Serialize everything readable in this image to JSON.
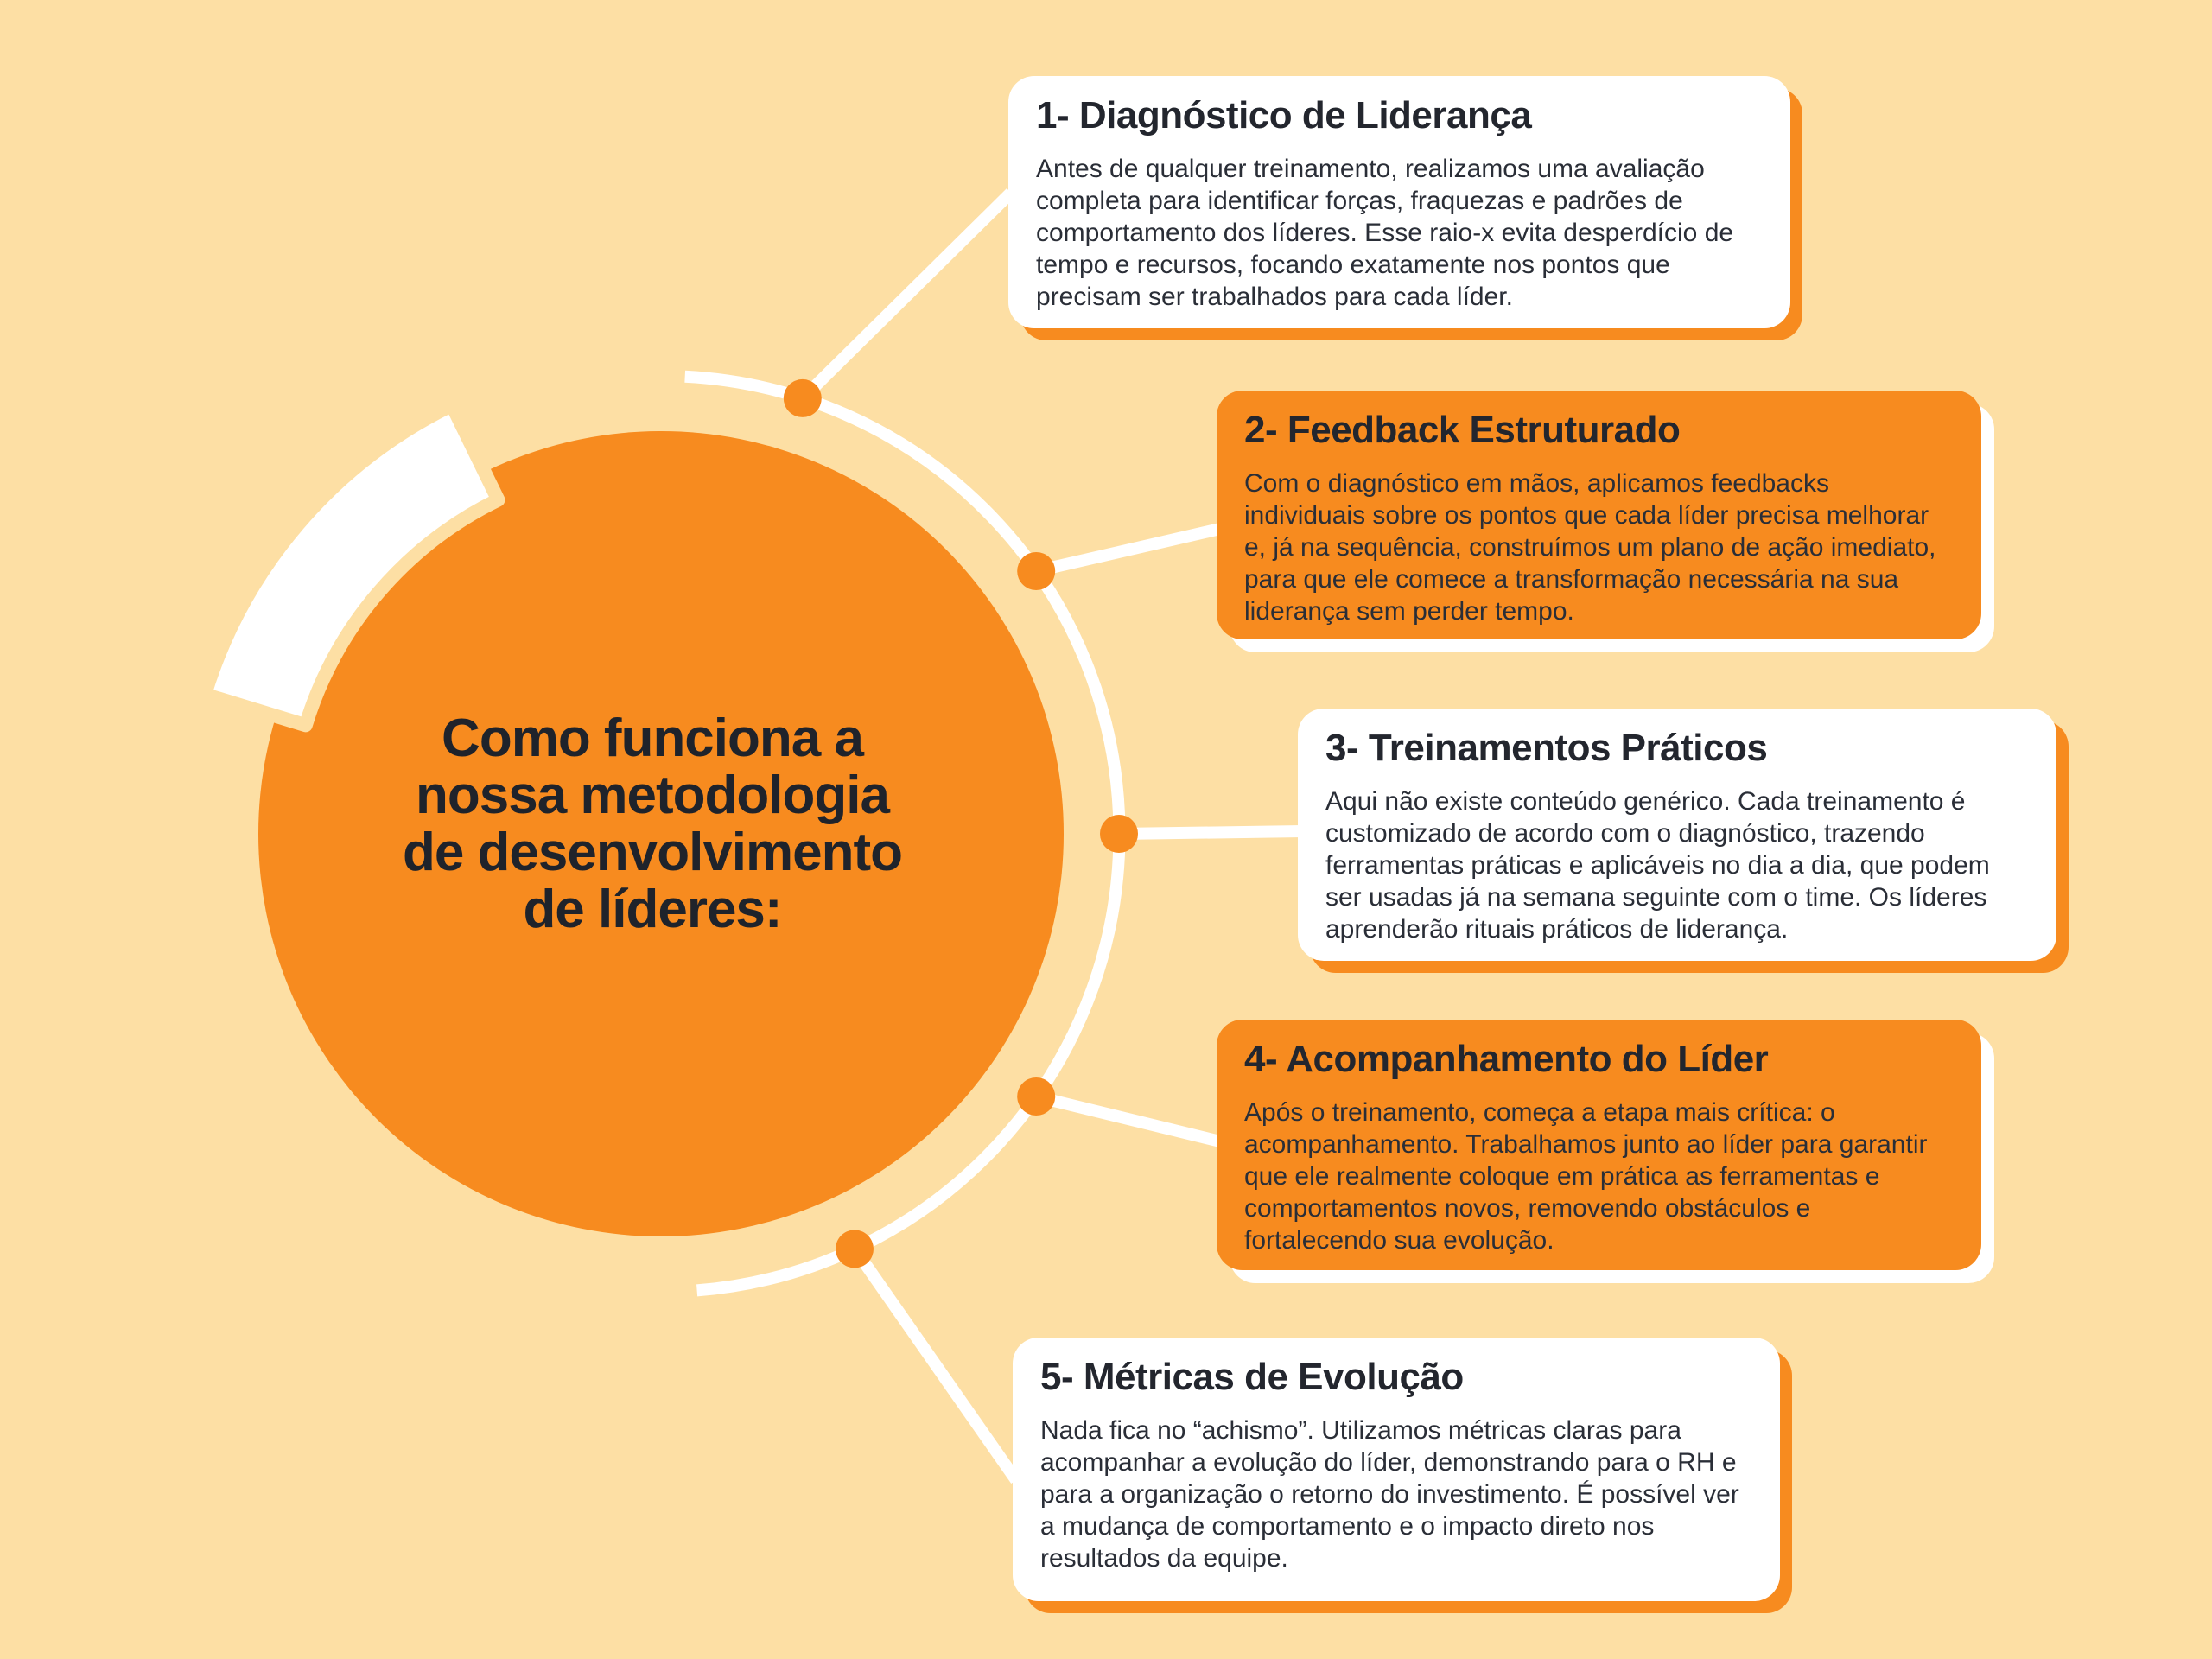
{
  "palette": {
    "background": "#FDDFA4",
    "orange": "#F78B1F",
    "white": "#FFFFFF",
    "text_dark": "#23262E"
  },
  "center": {
    "title": "Como funciona a\nnossa metodologia\nde desenvolvimento\nde líderes:"
  },
  "steps": [
    {
      "number": "1",
      "title": "1- Diagnóstico de Liderança",
      "body": "Antes de qualquer treinamento, realizamos uma avaliação completa para identificar forças, fraquezas e padrões de comportamento dos líderes. Esse raio-x evita desperdício de tempo e recursos, focando exatamente nos pontos que precisam ser trabalhados para cada líder.",
      "variant": "white"
    },
    {
      "number": "2",
      "title": "2- Feedback Estruturado",
      "body": "Com o diagnóstico em mãos, aplicamos feedbacks individuais  sobre os pontos que cada líder precisa melhorar e, já na sequência, construímos um plano de ação imediato, para que ele comece a transformação necessária na sua liderança sem perder tempo.",
      "variant": "orange"
    },
    {
      "number": "3",
      "title": "3- Treinamentos Práticos",
      "body": "Aqui não existe conteúdo genérico. Cada treinamento é customizado de acordo com o diagnóstico, trazendo ferramentas práticas e aplicáveis no dia a dia, que podem ser usadas já na semana seguinte com o time. Os líderes aprenderão rituais práticos de liderança.",
      "variant": "white"
    },
    {
      "number": "4",
      "title": "4- Acompanhamento do Líder",
      "body": "Após o treinamento, começa a etapa mais crítica: o acompanhamento. Trabalhamos junto ao líder para garantir que ele realmente coloque em prática as ferramentas e comportamentos novos, removendo obstáculos e fortalecendo sua evolução.",
      "variant": "orange"
    },
    {
      "number": "5",
      "title": "5- Métricas de Evolução",
      "body": "Nada fica no “achismo”. Utilizamos métricas claras para acompanhar a evolução do líder, demonstrando para o RH e para a organização o retorno do investimento. É possível ver a mudança de comportamento e o impacto direto nos resultados da equipe.",
      "variant": "white"
    }
  ]
}
